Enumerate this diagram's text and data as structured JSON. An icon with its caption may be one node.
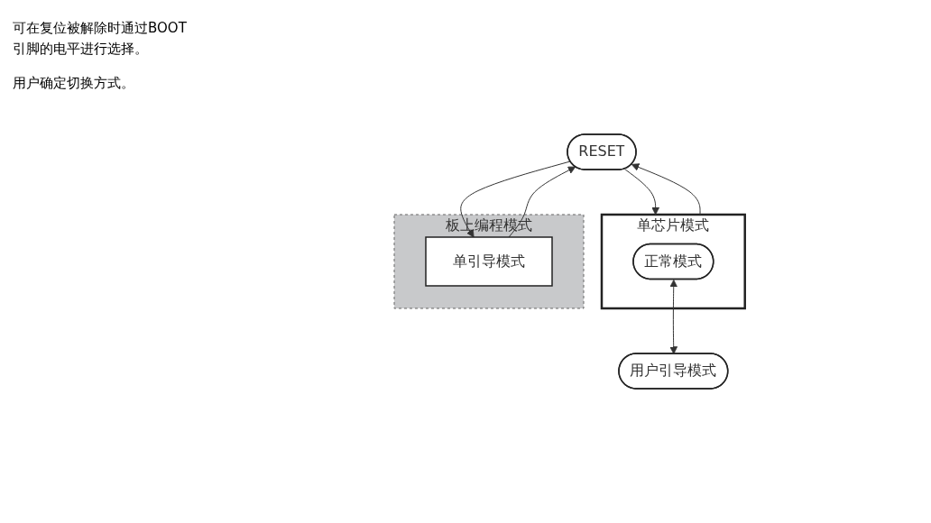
{
  "diagram": {
    "nodes": [
      {
        "text": [
          "RESET"
        ]
      },
      {
        "text": [
          "单芯片模式"
        ]
      },
      {
        "text": [
          "正常模式"
        ],
        "in": 1
      },
      {
        "text": [
          "用户引导模式"
        ]
      },
      {
        "text": [
          "板上编程模式"
        ]
      },
      {
        "text": [
          "单引导模式"
        ],
        "in": 4
      }
    ],
    "edges": [
      {
        "from": 0,
        "to": 1,
        "arrow": "to"
      },
      {
        "from": 1,
        "to": 0,
        "arrow": "to"
      },
      {
        "from": 0,
        "to": 5,
        "arrow": "to"
      },
      {
        "from": 5,
        "to": 0,
        "arrow": "to"
      },
      {
        "from": 2,
        "to": 3,
        "arrow": "both"
      }
    ],
    "labels": [
      "可在复位被解除时通过BOOT引脚的电平进行选择。",
      "用户确定切换方式。"
    ]
  }
}
